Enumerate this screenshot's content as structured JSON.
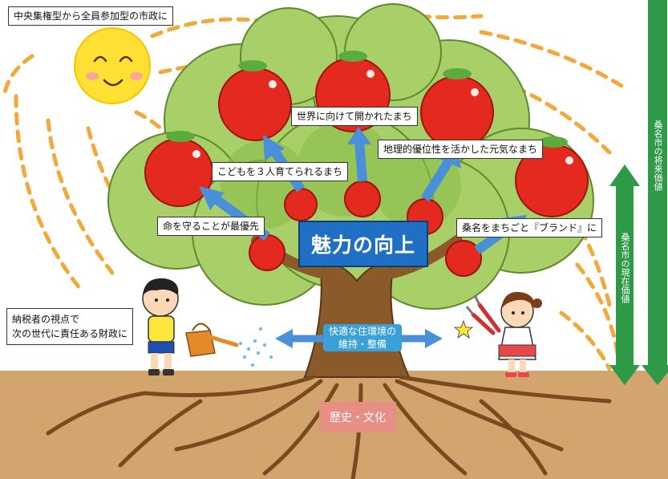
{
  "title": "中央集権型から全員参加型の市政に",
  "central_goal": "魅力の向上",
  "fruit_labels": [
    "命を守ることが最優先",
    "こどもを３人育てられるまち",
    "世界に向けて開かれたまち",
    "地理的優位性を活かした元気なまち",
    "桑名をまちごと『ブランド』に"
  ],
  "taxpayer_note": [
    "納税者の視点で",
    "次の世代に責任ある財政に"
  ],
  "trunk_label": [
    "快適な住環境の",
    "維持・整備"
  ],
  "roots_label": "歴史・文化",
  "future_value_label": "桑名市の将来価値",
  "current_value_label": "桑名市の現在価値",
  "colors": {
    "leaf": "#a8cf68",
    "leaf_dark": "#5d8a2e",
    "trunk": "#8b5a2b",
    "ground": "#d2a56e",
    "apple": "#e42a1e",
    "arrow_blue": "#4a90d9",
    "title_blue": "#1f6fc4",
    "value_green": "#2e9a48",
    "sun": "#ffe033"
  }
}
